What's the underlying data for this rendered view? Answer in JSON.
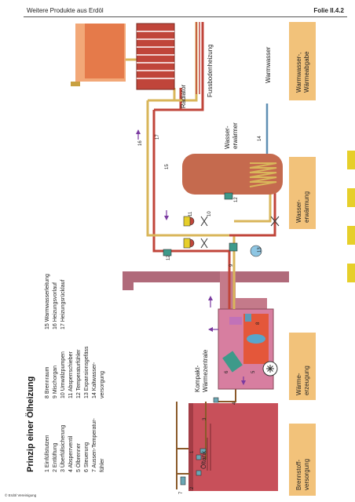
{
  "header": {
    "left": "Weitere Produkte aus Erdöl",
    "right": "Folie II.4.2"
  },
  "footer": "© Erdöl Vereinigung",
  "title": "Prinzip einer Ölheizung",
  "legend": {
    "col1": [
      "1 Einfüllstutzen",
      "2 Entlüftung",
      "3 Überfüllsicherung",
      "4 Absperrventil",
      "5 Ölbrenner",
      "6 Steuerung",
      "7 Aussen-Temperatur-",
      "   fühler"
    ],
    "col2": [
      "8 Brennraum",
      "9 Mischorgan",
      "10 Umwälzpumpen",
      "11 Absperrschieber",
      "12 Temperaturfühler",
      "13 Expansionsgefäss",
      "14 Kaltwasser-",
      "   versorgung"
    ],
    "col3": [
      "15 Warmwasserleitung",
      "16 Heizungsvorlauf",
      "17 Heizungsrücklauf"
    ]
  },
  "labels": {
    "oeltank": "Öltank",
    "kompakt1": "Kompakt-",
    "kompakt2": "Wärmezentrale",
    "wasser1": "Wasser-",
    "wasser2": "erwärmer",
    "radiator": "Radiator",
    "fussboden": "Fussbodenheizung",
    "warmwasser": "Warmwasser"
  },
  "sections": [
    {
      "l1": "Brennstoff-",
      "l2": "versorgung"
    },
    {
      "l1": "Wärme-",
      "l2": "erzeugung"
    },
    {
      "l1": "Wasser-",
      "l2": "erwärmung"
    },
    {
      "l1": "Warmwasser-,",
      "l2": "Wärmeabgabe"
    }
  ],
  "numbers": {
    "n1": "1",
    "n2": "2",
    "n3": "3",
    "n4": "4",
    "n5": "5",
    "n6": "6",
    "n7": "7",
    "n8": "8",
    "n9": "9",
    "n10": "10",
    "n11": "11",
    "n12a": "12",
    "n12b": "12",
    "n13": "13",
    "n14": "14",
    "n15": "15",
    "n16": "16",
    "n17": "17"
  },
  "colors": {
    "supply": "#c0453a",
    "return": "#d9b65a",
    "cold": "#5f8fb3",
    "tank": "#c8505a",
    "accent": "#e6cf2a",
    "box": "#f2c27a"
  }
}
